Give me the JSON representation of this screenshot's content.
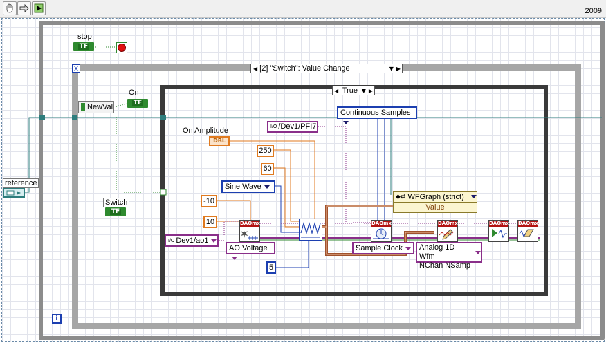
{
  "version_label": "2009",
  "toolbar": {
    "icons": [
      "hand-tool-icon",
      "arrow-tool-icon",
      "run-icon"
    ]
  },
  "stop": {
    "label": "stop",
    "terminal": "TF"
  },
  "event_structure": {
    "selector": "[2] \"Switch\": Value Change",
    "event_data": "NewVal",
    "info_icon": "i",
    "timeout_icon": "hourglass-icon"
  },
  "case_structure": {
    "selector": "True"
  },
  "on_control": {
    "label": "On",
    "terminal": "TF"
  },
  "switch_control": {
    "label": "Switch",
    "terminal": "TF"
  },
  "reference": {
    "label": "reference"
  },
  "constants": {
    "continuous_samples": "Continuous Samples",
    "on_amplitude_label": "On Amplitude",
    "dbl": "DBL",
    "pfi": "/Dev1/PFI7",
    "rate": "250",
    "freq": "60",
    "sine_wave": "Sine Wave",
    "min": "-10",
    "max": "10",
    "channel": "Dev1/ao1",
    "ao_voltage": "AO Voltage",
    "five": "5",
    "sample_clock": "Sample Clock",
    "analog_wfm_line1": "Analog 1D Wfm",
    "analog_wfm_line2": "NChan NSamp"
  },
  "property_node": {
    "class": "WFGraph (strict)",
    "property": "Value"
  },
  "daqmx_header": "DAQmx",
  "colors": {
    "wire_orange": "#e07a1f",
    "wire_blue": "#1c3fb0",
    "wire_purple": "#8a2f8a",
    "wire_green": "#2f8a2f",
    "wire_teal": "#2e7d7d",
    "daqmx_red": "#b31212"
  }
}
